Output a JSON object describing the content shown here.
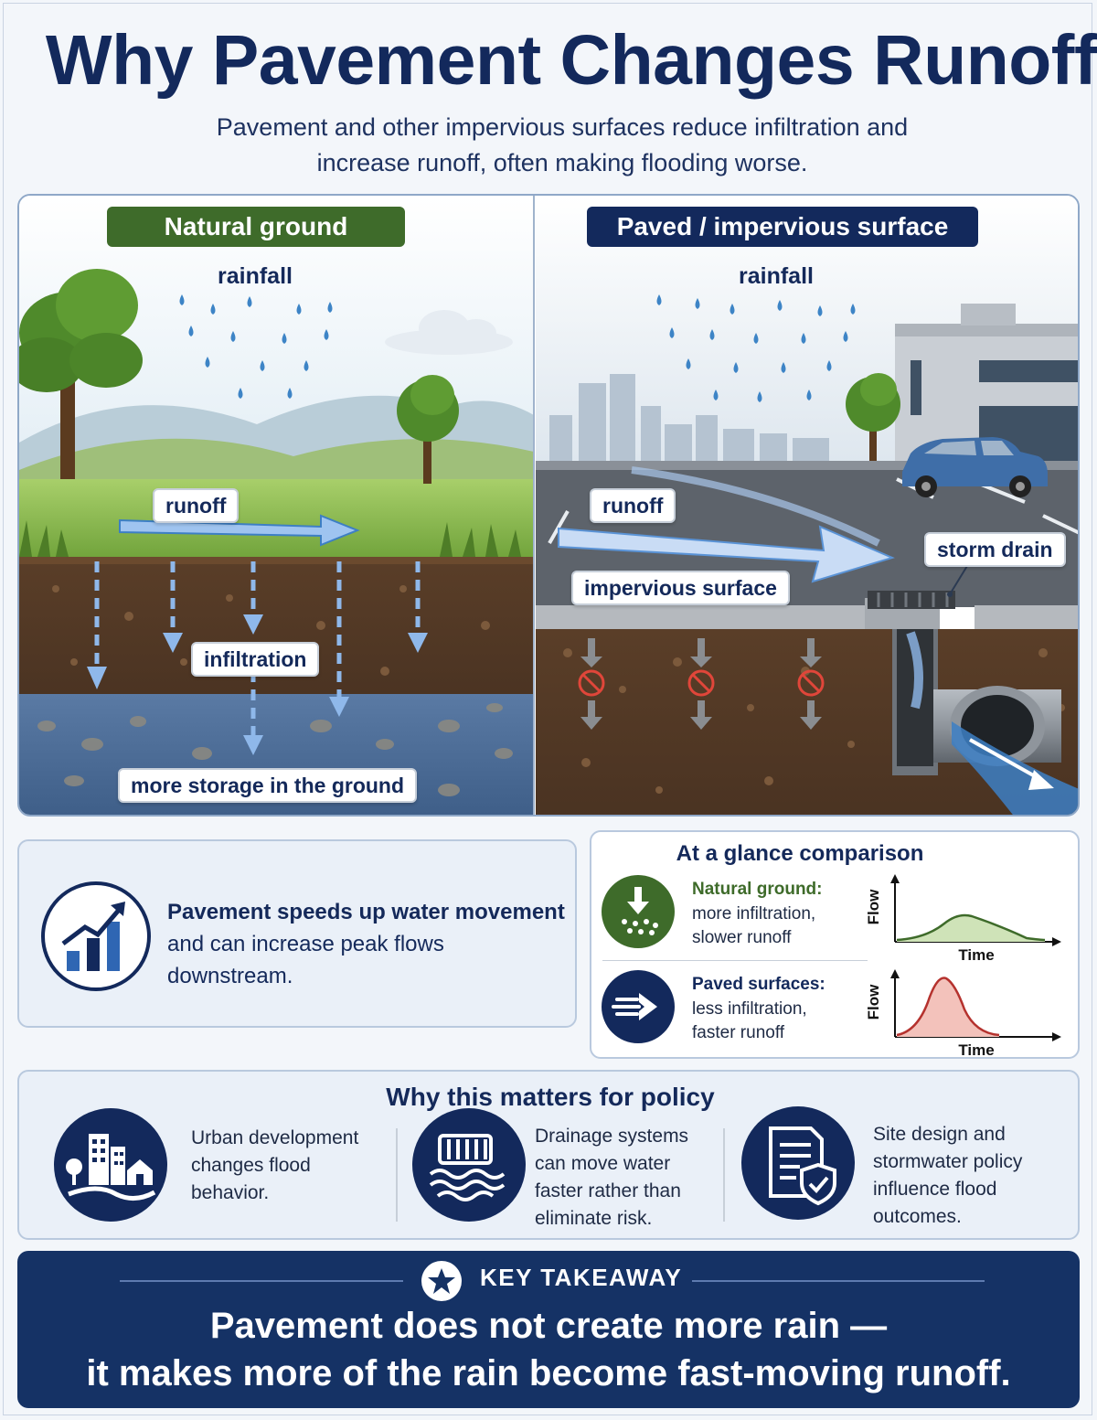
{
  "header": {
    "title": "Why Pavement Changes Runoff",
    "subtitle": "Pavement and other impervious surfaces reduce infiltration and increase runoff, often making flooding worse."
  },
  "natural": {
    "heading": "Natural ground",
    "rain": "rainfall",
    "runoff": "runoff",
    "infiltration": "infiltration",
    "storage": "more storage in the ground",
    "color": "#3e6b2a"
  },
  "paved": {
    "heading": "Paved / impervious surface",
    "rain": "rainfall",
    "runoff": "runoff",
    "surface": "impervious surface",
    "drain": "storm drain",
    "color": "#13295c"
  },
  "speed": {
    "icon": "rising-bar-chart-icon",
    "bold": "Pavement speeds up water movement",
    "rest": "and can increase peak flows downstream."
  },
  "glance": {
    "title": "At a glance comparison",
    "natural": {
      "head": "Natural ground:",
      "line1": "more infiltration,",
      "line2": "slower runoff",
      "icon": "infiltration-icon",
      "ylabel": "Flow",
      "xlabel": "Time",
      "color": "#3e6b2a"
    },
    "paved": {
      "head": "Paved surfaces:",
      "line1": "less infiltration,",
      "line2": "faster runoff",
      "icon": "fast-flow-icon",
      "ylabel": "Flow",
      "xlabel": "Time",
      "color": "#b5322e"
    }
  },
  "policy": {
    "title": "Why this matters for policy",
    "items": [
      {
        "icon": "city-buildings-icon",
        "text": [
          "Urban development",
          "changes flood",
          "behavior."
        ]
      },
      {
        "icon": "storm-drain-icon",
        "text": [
          "Drainage systems",
          "can move water",
          "faster rather than",
          "eliminate risk."
        ]
      },
      {
        "icon": "policy-document-icon",
        "text": [
          "Site design and",
          "stormwater policy",
          "influence flood",
          "outcomes."
        ]
      }
    ]
  },
  "takeaway": {
    "label": "KEY TAKEAWAY",
    "line1": "Pavement does not create more rain —",
    "line2": "it makes more of the rain become fast-moving runoff."
  }
}
